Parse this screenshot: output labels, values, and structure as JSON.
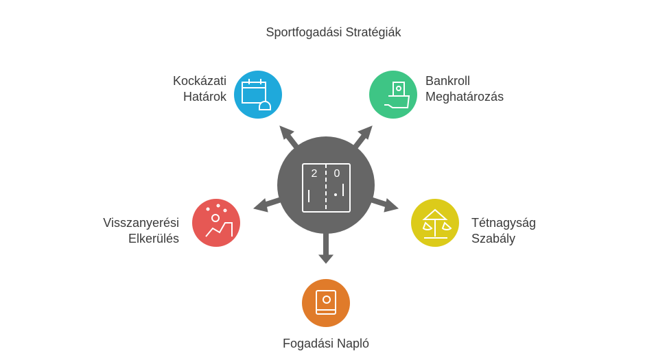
{
  "title": "Sportfogadási Stratégiák",
  "center": {
    "score_left": "2",
    "score_right": "0",
    "icon": "pong-game-icon"
  },
  "items": [
    {
      "line1": "Kockázati",
      "line2": "Határok",
      "color": "#1fa9db",
      "icon": "calendar-skull-icon"
    },
    {
      "line1": "Bankroll",
      "line2": "Meghatározás",
      "color": "#3ec585",
      "icon": "money-hand-icon"
    },
    {
      "line1": "Visszanyerési",
      "line2": "Elkerülés",
      "color": "#e65854",
      "icon": "climbing-person-icon"
    },
    {
      "line1": "Tétnagyság",
      "line2": "Szabály",
      "color": "#dccb1a",
      "icon": "balance-scale-icon"
    },
    {
      "line1": "Fogadási Napló",
      "color": "#e07b2a",
      "icon": "notebook-icon"
    }
  ]
}
